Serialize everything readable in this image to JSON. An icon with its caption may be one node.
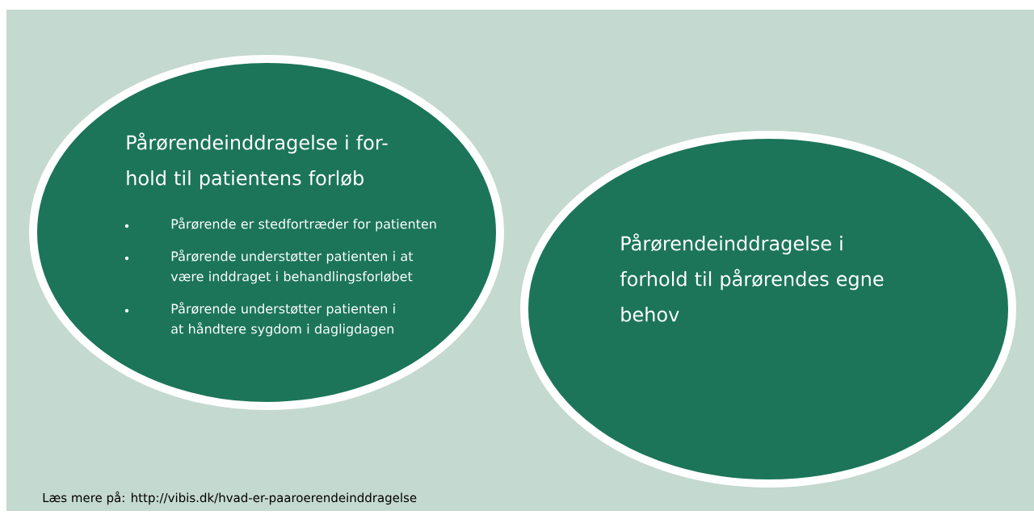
{
  "diagram": {
    "nodes": [
      {
        "text": [
          "Pårørendeinddragelse i for- hold til patientens forløb",
          "Pårørende er stedfortræder for patienten",
          "Pårørende understøtter patienten i at være inddraget i behandlingsforløbet",
          "Pårørende understøtter patienten i at håndtere sygdom i dagligdagen"
        ]
      },
      {
        "text": [
          "Pårørendeinddragelse i forhold til pårørendes egne behov"
        ]
      }
    ],
    "labels": [
      "Læs mere på: http://vibis.dk/hvad-er-paaroerendeinddragelse"
    ]
  }
}
